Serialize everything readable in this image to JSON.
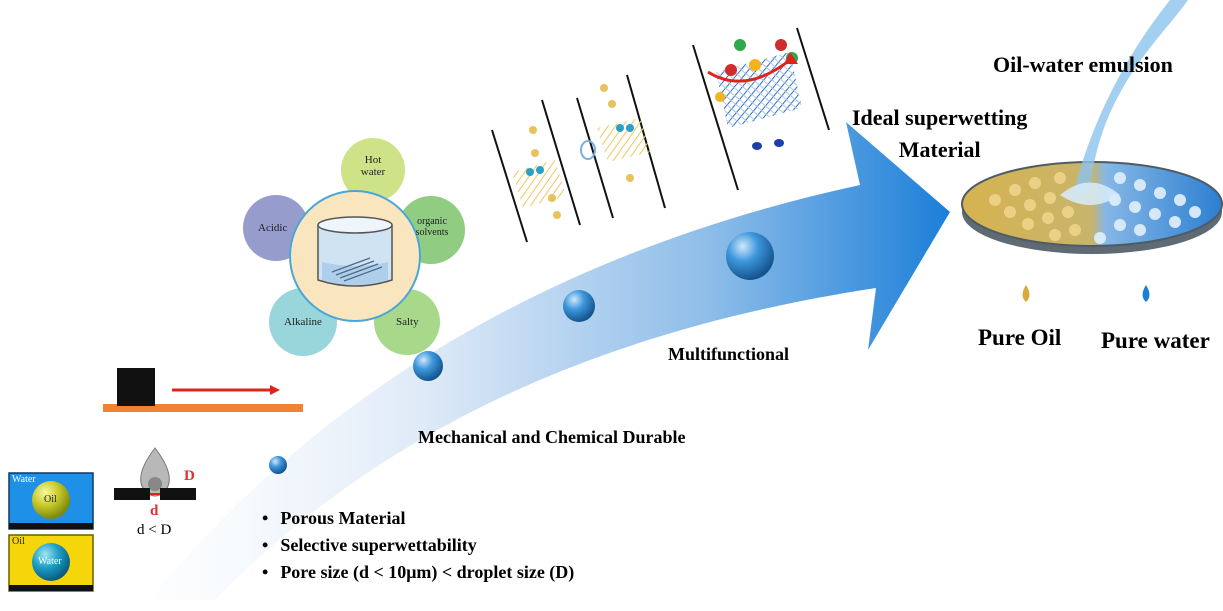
{
  "header": {
    "emulsion_title": "Oil-water emulsion",
    "ideal_line1": "Ideal superwetting",
    "ideal_line2": "Material"
  },
  "outputs": {
    "pure_oil": "Pure Oil",
    "pure_water": "Pure water"
  },
  "stages": {
    "multifunctional": "Multifunctional",
    "durable": "Mechanical and Chemical Durable"
  },
  "criteria": [
    "Porous Material",
    "Selective superwettability",
    "Pore size (d < 10μm) < droplet size (D)"
  ],
  "environments": {
    "hot_water_1": "Hot",
    "hot_water_2": "water",
    "organic_1": "organic",
    "organic_2": "solvents",
    "acidic": "Acidic",
    "alkaline": "Alkaline",
    "salty": "Salty"
  },
  "pore": {
    "D": "D",
    "d": "d",
    "relation": "d < D"
  },
  "panels": {
    "top_medium": "Water",
    "top_drop": "Oil",
    "bottom_medium": "Oil",
    "bottom_drop": "Water"
  },
  "colors": {
    "arrow_dark": "#1b7fd8",
    "arrow_light": "#e8f1fb",
    "hot_water": "#c9e07a",
    "organic": "#7cc36b",
    "acidic": "#8b92c8",
    "alkaline": "#86cfd5",
    "salty": "#9fd47c",
    "center": "#f9e6be",
    "water_panel": "#1e90e8",
    "oil_panel": "#f5d60a",
    "rail": "#f08234",
    "red_arrow": "#e2231a",
    "membrane_oil": "#d9b857",
    "membrane_water": "#9fc7e9"
  }
}
